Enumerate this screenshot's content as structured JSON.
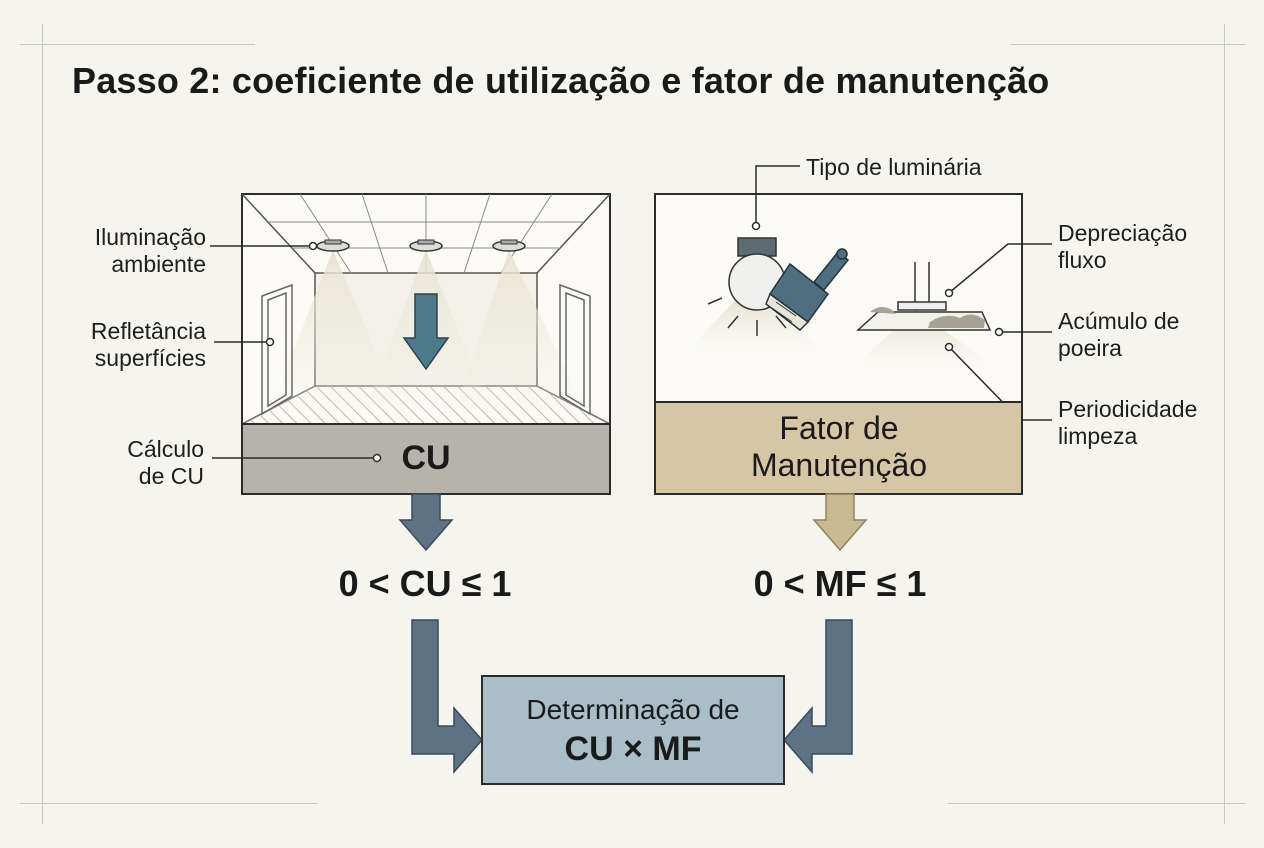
{
  "title": "Passo 2: coeficiente de utilização e fator de manutenção",
  "left_panel": {
    "labels": {
      "ambient": [
        "Iluminação",
        "ambiente"
      ],
      "reflectance": [
        "Refletância",
        "superfícies"
      ],
      "calc": [
        "Cálculo",
        "de CU"
      ]
    },
    "bar_label": "CU",
    "result": "0 < CU ≤ 1"
  },
  "right_panel": {
    "labels": {
      "luminaire": "Tipo de luminária",
      "depreciation": [
        "Depreciação",
        "fluxo"
      ],
      "dust": [
        "Acúmulo de",
        "poeira"
      ],
      "cleaning": [
        "Periodicidade",
        "limpeza"
      ]
    },
    "bar_label": [
      "Fator de",
      "Manutenção"
    ],
    "result": "0 < MF ≤ 1"
  },
  "final_box": {
    "line1": "Determinação de",
    "line2": "CU × MF"
  },
  "colors": {
    "background": "#f5f4ef",
    "cu_bar": "#b5b3ac",
    "mf_bar": "#d5c7a6",
    "arrow_slate": "#5d7385",
    "arrow_tan": "#c8b991",
    "down_arrow_teal": "#4c7a88",
    "final_box": "#a9bec6"
  }
}
